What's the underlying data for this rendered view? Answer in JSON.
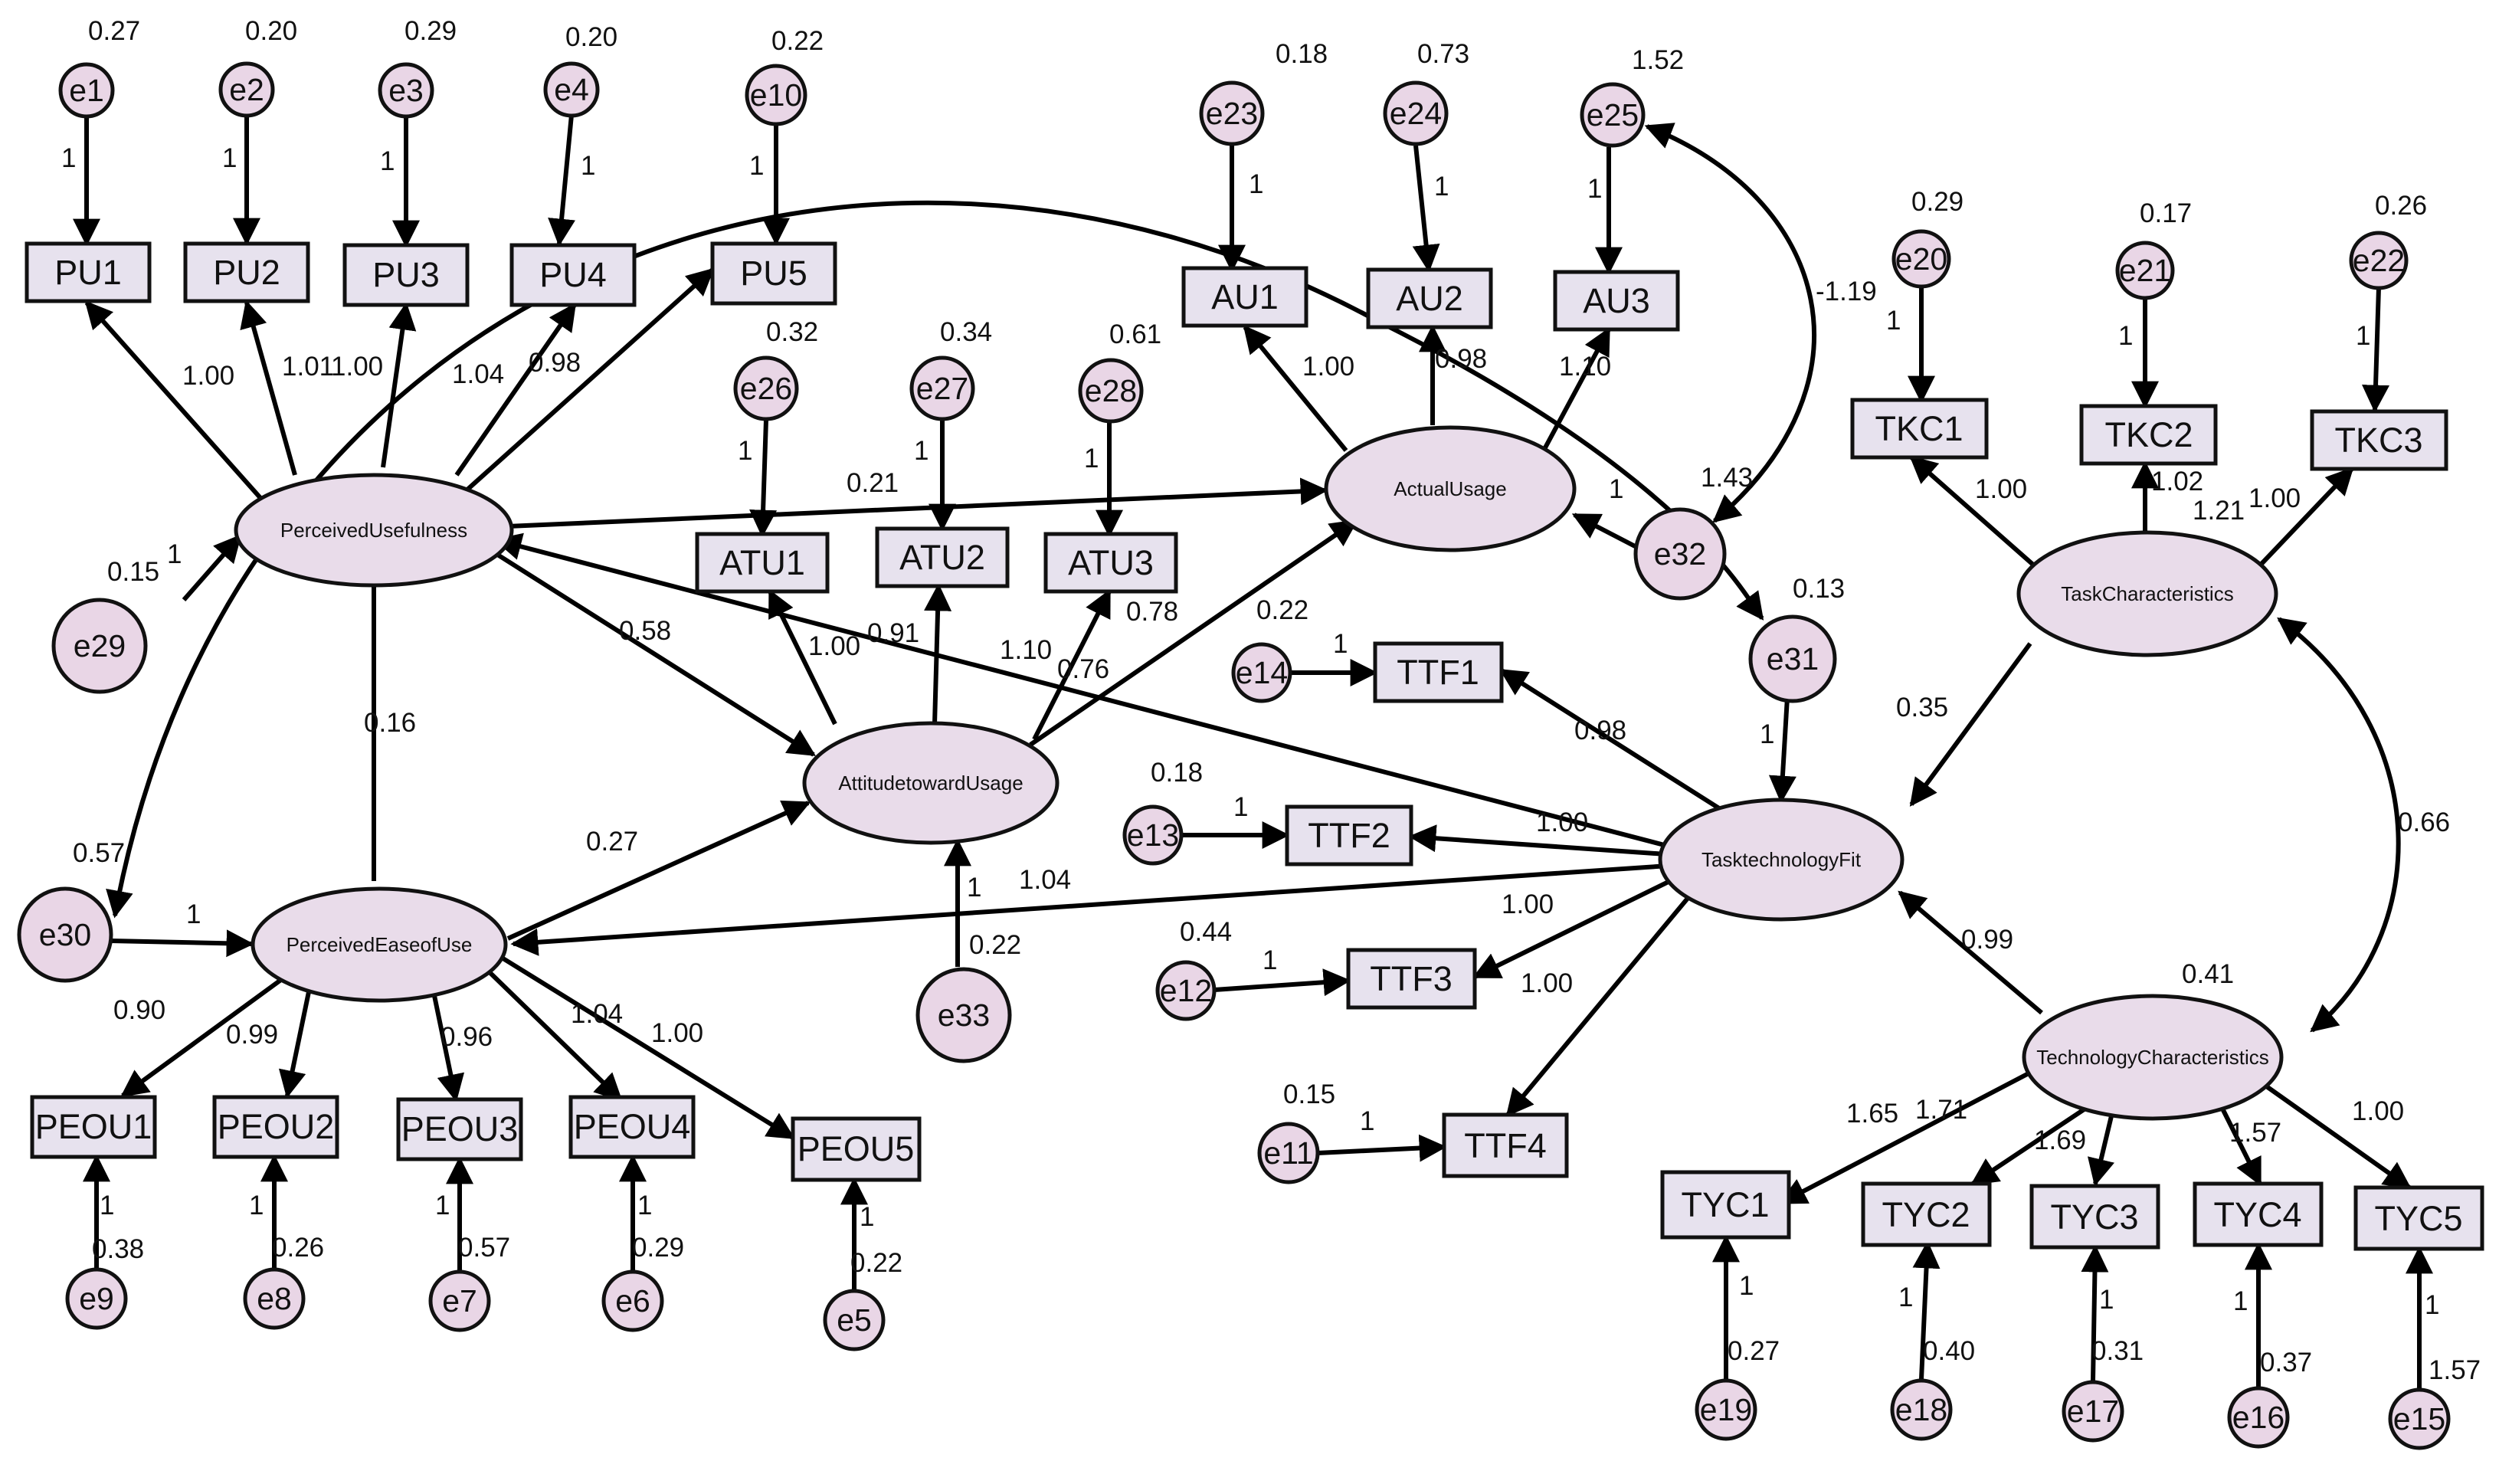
{
  "colors": {
    "box_fill": "#e7e2ee",
    "circle_fill": "#e9d6e6",
    "ellipse_fill": "#e9dcea",
    "line": "#000000"
  },
  "boxes": {
    "PU1": "PU1",
    "PU2": "PU2",
    "PU3": "PU3",
    "PU4": "PU4",
    "PU5": "PU5",
    "AU1": "AU1",
    "AU2": "AU2",
    "AU3": "AU3",
    "ATU1": "ATU1",
    "ATU2": "ATU2",
    "ATU3": "ATU3",
    "TKC1": "TKC1",
    "TKC2": "TKC2",
    "TKC3": "TKC3",
    "TTF1": "TTF1",
    "TTF2": "TTF2",
    "TTF3": "TTF3",
    "TTF4": "TTF4",
    "PEOU1": "PEOU1",
    "PEOU2": "PEOU2",
    "PEOU3": "PEOU3",
    "PEOU4": "PEOU4",
    "PEOU5": "PEOU5",
    "TYC1": "TYC1",
    "TYC2": "TYC2",
    "TYC3": "TYC3",
    "TYC4": "TYC4",
    "TYC5": "TYC5"
  },
  "errors": {
    "e1": "e1",
    "e2": "e2",
    "e3": "e3",
    "e4": "e4",
    "e10": "e10",
    "e23": "e23",
    "e24": "e24",
    "e25": "e25",
    "e20": "e20",
    "e21": "e21",
    "e22": "e22",
    "e26": "e26",
    "e27": "e27",
    "e28": "e28",
    "e29": "e29",
    "e30": "e30",
    "e31": "e31",
    "e32": "e32",
    "e33": "e33",
    "e14": "e14",
    "e13": "e13",
    "e12": "e12",
    "e11": "e11",
    "e9": "e9",
    "e8": "e8",
    "e7": "e7",
    "e6": "e6",
    "e5": "e5",
    "e19": "e19",
    "e18": "e18",
    "e17": "e17",
    "e16": "e16",
    "e15": "e15"
  },
  "latents": {
    "PU": "PerceivedUsefulness",
    "AU": "ActualUsage",
    "ATU": "AttitudetowardUsage",
    "PEOU": "PerceivedEaseofUse",
    "TTF": "TasktechnologyFit",
    "TKC": "TaskCharacteristics",
    "TYC": "TechnologyCharacteristics"
  },
  "labels": {
    "v_e1": "0.27",
    "v_e2": "0.20",
    "v_e3": "0.29",
    "v_e4": "0.20",
    "v_e10": "0.22",
    "one_e1": "1",
    "one_e2": "1",
    "one_e3": "1",
    "one_e4": "1",
    "one_e10": "1",
    "l_pu1": "1.00",
    "l_pu2": "1.01",
    "l_pu3": "1.00",
    "l_pu4": "1.04",
    "l_pu5": "0.98",
    "v_e23": "0.18",
    "v_e24": "0.73",
    "v_e25": "1.52",
    "one_e23": "1",
    "one_e24": "1",
    "one_e25": "1",
    "l_au1": "1.00",
    "l_au2": "0.98",
    "l_au3": "1.10",
    "cov_e25_e32": "-1.19",
    "v_e32": "1.43",
    "one_e32": "1",
    "v_e20": "0.29",
    "v_e21": "0.17",
    "v_e22": "0.26",
    "one_e20": "1",
    "one_e21": "1",
    "one_e22": "1",
    "l_tkc1": "1.00",
    "l_tkc2": "1.02",
    "l_tkc2b": "1.21",
    "l_tkc3": "1.00",
    "v_e26": "0.32",
    "v_e27": "0.34",
    "v_e28": "0.61",
    "one_e26": "1",
    "one_e27": "1",
    "one_e28": "1",
    "l_atu1": "1.00",
    "l_atu2": "0.91",
    "l_atu3": "1.10",
    "b_pu_au": "0.21",
    "b_pu_atu": "0.58",
    "v_atu_078": "0.78",
    "b_atu_au": "0.76",
    "v_e29": "0.15",
    "one_e29": "1",
    "b_peou_pu": "0.16",
    "b_peou_atu": "0.27",
    "v_e30": "0.57",
    "one_e30": "1",
    "v_e33": "0.22",
    "one_e33": "1",
    "v_e31": "0.13",
    "one_e31": "1",
    "v_e14": "0.22",
    "one_e14": "1",
    "l_ttf1": "0.98",
    "v_e13": "0.18",
    "one_e13": "1",
    "l_ttf2": "1.00",
    "b_ttf_peou": "1.04",
    "v_e12": "0.44",
    "one_e12": "1",
    "l_ttf3": "1.00",
    "v_e11": "0.15",
    "one_e11": "1",
    "l_ttf4": "1.00",
    "b_tkc_ttf": "0.35",
    "cov_tkc_tyc": "0.66",
    "b_tyc_ttf": "0.99",
    "v_tyc": "0.41",
    "l_peou1": "0.90",
    "l_peou2": "0.99",
    "l_peou3": "0.96",
    "l_peou4": "1.04",
    "l_peou5": "1.00",
    "one_e9": "1",
    "one_e8": "1",
    "one_e7": "1",
    "one_e6": "1",
    "one_e5": "1",
    "v_e9": "0.38",
    "v_e8": "0.26",
    "v_e7": "0.57",
    "v_e6": "0.29",
    "v_e5": "0.22",
    "l_tyc1": "1.65",
    "l_tyc2": "1.71",
    "l_tyc3": "1.69",
    "l_tyc4": "1.57",
    "l_tyc5": "1.00",
    "one_e19": "1",
    "one_e18": "1",
    "one_e17": "1",
    "one_e16": "1",
    "one_e15": "1",
    "v_e19": "0.27",
    "v_e18": "0.40",
    "v_e17": "0.31",
    "v_e16": "0.37",
    "v_e15": "1.57"
  }
}
